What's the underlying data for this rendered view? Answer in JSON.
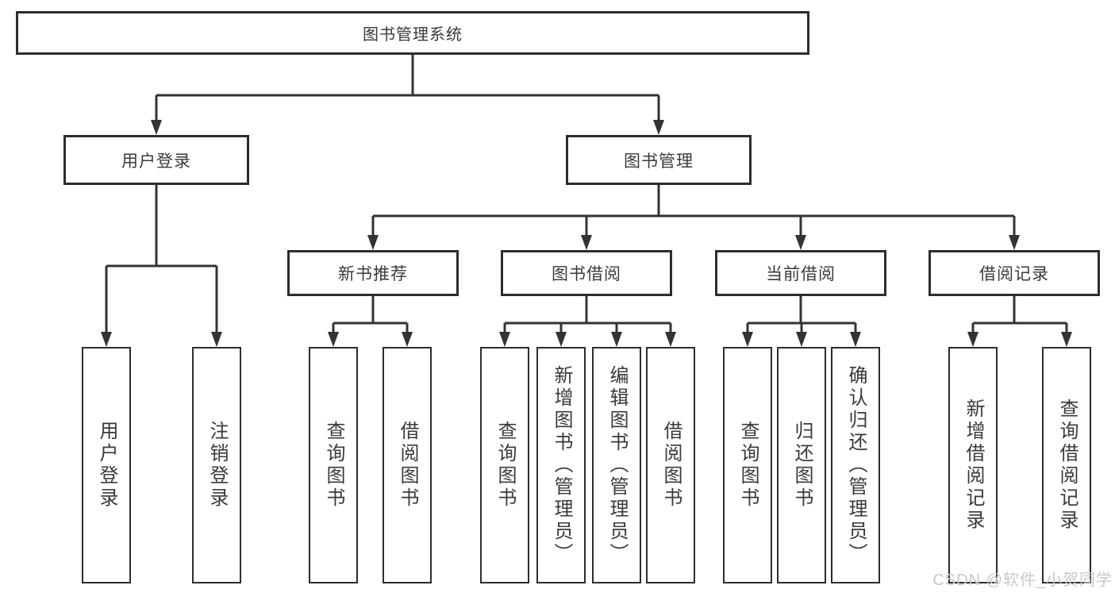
{
  "diagram": {
    "root": {
      "label": "图书管理系统"
    },
    "level2": {
      "user_login": {
        "label": "用户登录"
      },
      "book_management": {
        "label": "图书管理"
      }
    },
    "level3": {
      "new_book_recommend": {
        "label": "新书推荐"
      },
      "book_borrow": {
        "label": "图书借阅"
      },
      "current_borrow": {
        "label": "当前借阅"
      },
      "borrow_records": {
        "label": "借阅记录"
      }
    },
    "leaves": {
      "user_login": {
        "label": "用户登录"
      },
      "logout": {
        "label": "注销登录"
      },
      "nb_query_books": {
        "label": "查询图书"
      },
      "nb_borrow_books": {
        "label": "借阅图书"
      },
      "bb_query_books": {
        "label": "查询图书"
      },
      "bb_add_books": {
        "label": "新增图书（管理员）"
      },
      "bb_edit_books": {
        "label": "编辑图书（管理员）"
      },
      "bb_borrow_books": {
        "label": "借阅图书"
      },
      "cb_query_books": {
        "label": "查询图书"
      },
      "cb_return_books": {
        "label": "归还图书"
      },
      "cb_confirm_return": {
        "label": "确认归还（管理员）"
      },
      "br_add_record": {
        "label": "新增借阅记录"
      },
      "br_query_record": {
        "label": "查询借阅记录"
      }
    }
  },
  "watermark": {
    "text": "CSDN @软件_小贺同学"
  },
  "colors": {
    "line": "#333333",
    "border": "#2d2d2d",
    "text": "#3a3a3a",
    "watermark": "#c8c8c8",
    "background": "#ffffff"
  }
}
